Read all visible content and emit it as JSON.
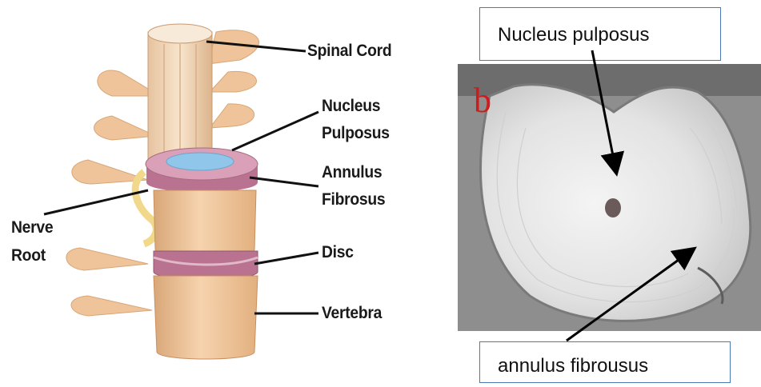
{
  "spine_diagram": {
    "labels": {
      "spinal_cord": "Spinal Cord",
      "nucleus_pulposus_line1": "Nucleus",
      "nucleus_pulposus_line2": "Pulposus",
      "annulus_fibrosus_line1": "Annulus",
      "annulus_fibrosus_line2": "Fibrosus",
      "nerve_root_line1": "Nerve",
      "nerve_root_line2": "Root",
      "disc": "Disc",
      "vertebra": "Vertebra"
    }
  },
  "photo": {
    "panel_letter": "b",
    "callout_top": "Nucleus pulposus",
    "callout_bottom": "annulus fibrousus"
  },
  "colors": {
    "bone": "#f2c9a0",
    "disc_annulus": "#c58aa2",
    "nucleus": "#7fb8e0",
    "label_text": "#1a1a1a",
    "callout_border": "#4a7ab5",
    "photo_letter": "#d11a1a"
  }
}
